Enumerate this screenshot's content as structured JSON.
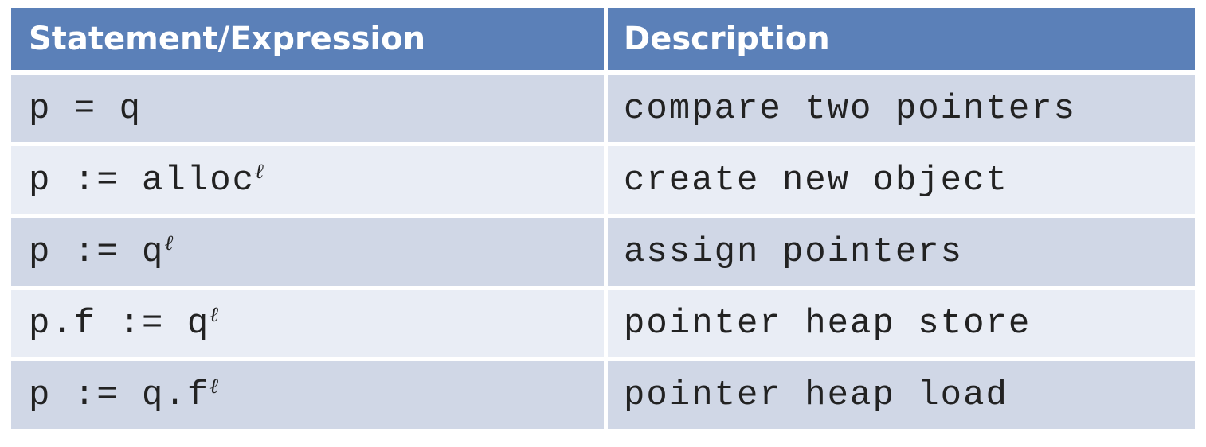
{
  "table": {
    "headers": [
      "Statement/Expression",
      "Description"
    ],
    "rows": [
      {
        "expr": "p = q",
        "sup": "",
        "desc": "compare two pointers"
      },
      {
        "expr": "p := alloc",
        "sup": "ℓ",
        "desc": "create new object"
      },
      {
        "expr": "p := q",
        "sup": "ℓ",
        "desc": "assign pointers"
      },
      {
        "expr": "p.f := q",
        "sup": "ℓ",
        "desc": "pointer heap store"
      },
      {
        "expr": "p := q.f",
        "sup": "ℓ",
        "desc": "pointer heap load"
      }
    ]
  },
  "colors": {
    "header_bg": "#5b80b8",
    "row_odd_bg": "#d0d7e6",
    "row_even_bg": "#e9edf5"
  }
}
